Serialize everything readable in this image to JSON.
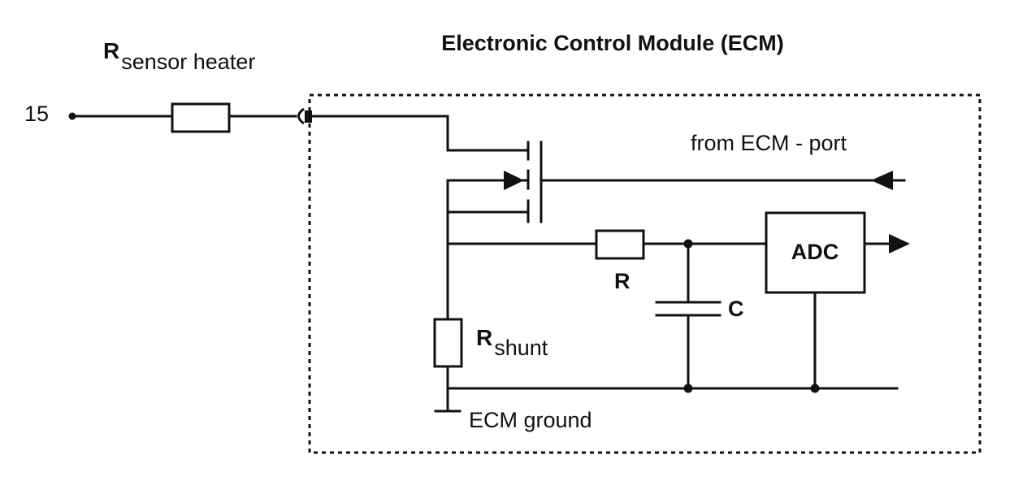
{
  "diagram": {
    "title": "Electronic Control Module (ECM)",
    "terminal_label": "15",
    "sensor_heater": {
      "main": "R",
      "sub": "sensor heater"
    },
    "port_label": "from ECM - port",
    "adc_label": "ADC",
    "resistor_label": "R",
    "capacitor_label": "C",
    "shunt": {
      "main": "R",
      "sub": "shunt"
    },
    "ground_label": "ECM ground"
  },
  "colors": {
    "line": "#111111",
    "background": "#ffffff"
  }
}
